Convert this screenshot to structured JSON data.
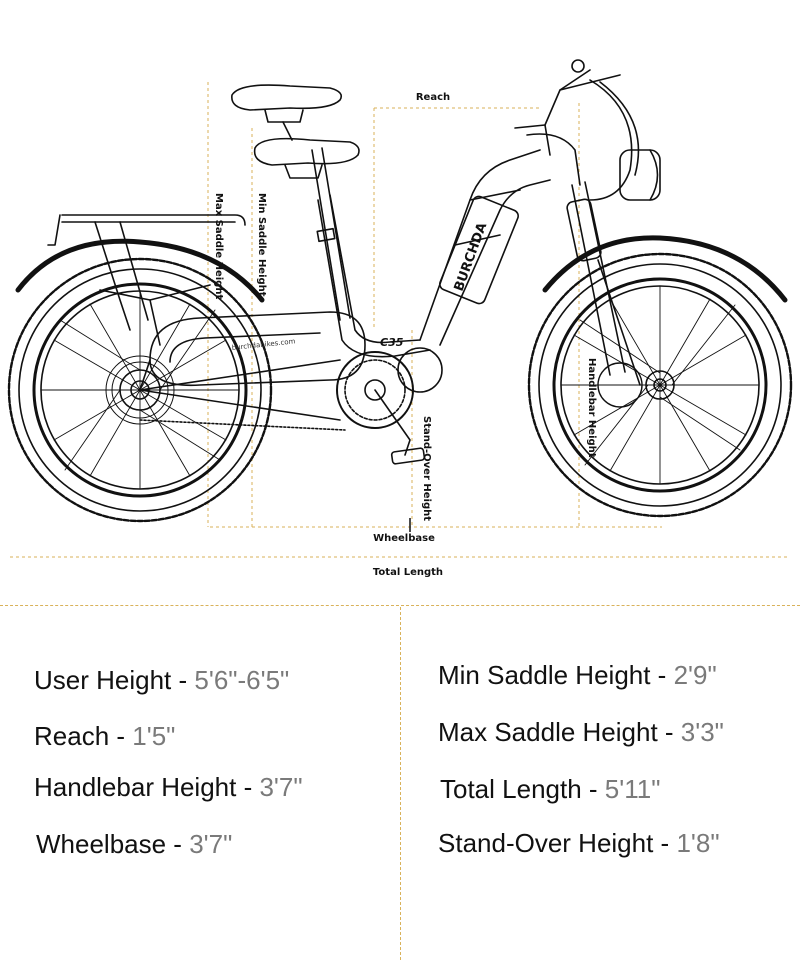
{
  "diagram": {
    "labels": {
      "reach": "Reach",
      "min_saddle": "Min Saddle Height",
      "max_saddle": "Max Saddle Height",
      "handlebar": "Handlebar Height",
      "standover": "Stand-Over Height",
      "wheelbase": "Wheelbase",
      "total_length": "Total Length"
    },
    "brand_text": "BURCHDA",
    "model_text": "C35",
    "url_text": "burchdabikes.com",
    "line_color": "#111111",
    "guide_color": "#d9b25a"
  },
  "specs": {
    "left": [
      {
        "label": "User Height - ",
        "value": "5'6\"-6'5\""
      },
      {
        "label": "Reach - ",
        "value": "1'5\""
      },
      {
        "label": "Handlebar Height - ",
        "value": "3'7\""
      },
      {
        "label": "Wheelbase - ",
        "value": "3'7\""
      }
    ],
    "right": [
      {
        "label": "Min Saddle Height - ",
        "value": "2'9\""
      },
      {
        "label": "Max Saddle Height - ",
        "value": "3'3\""
      },
      {
        "label": "Total Length - ",
        "value": "5'11\""
      },
      {
        "label": "Stand-Over Height - ",
        "value": "1'8\""
      }
    ]
  }
}
